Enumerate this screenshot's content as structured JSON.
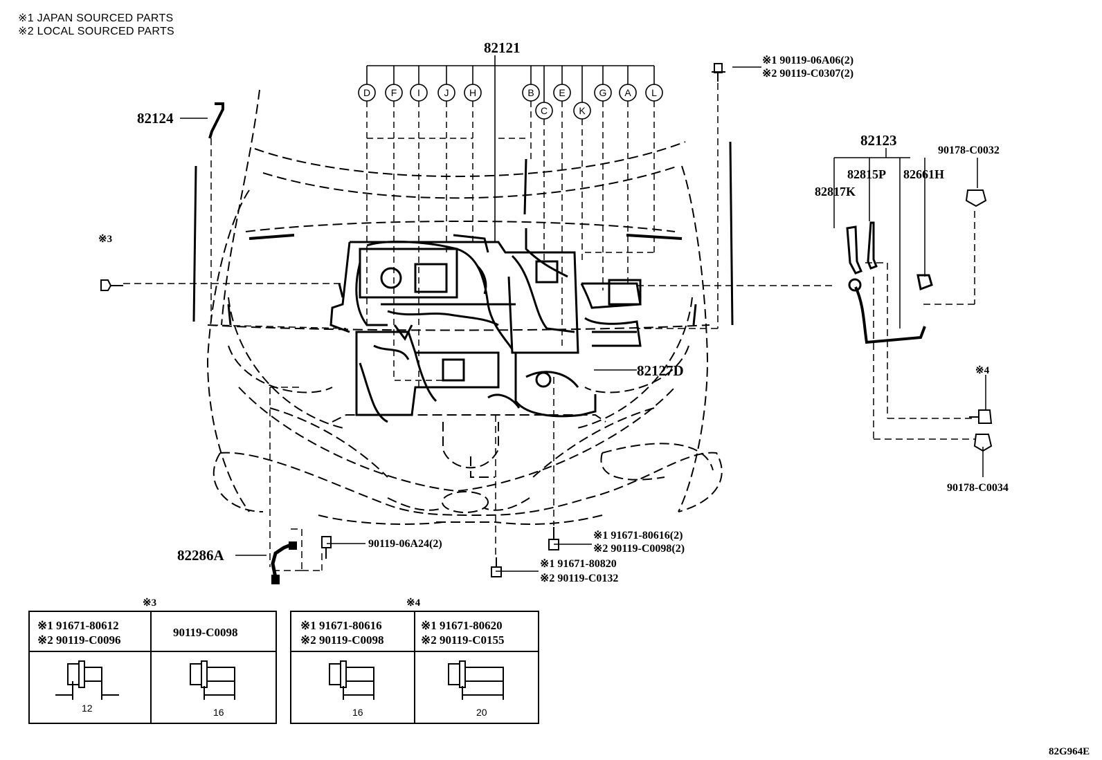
{
  "notes": {
    "n1": "※1 JAPAN SOURCED PARTS",
    "n2": "※2 LOCAL SOURCED PARTS"
  },
  "parts": {
    "p82121": "82121",
    "p82124": "82124",
    "p82123": "82123",
    "p82815P": "82815P",
    "p82661H": "82661H",
    "p82817K": "82817K",
    "p82127D": "82127D",
    "p82286A": "82286A",
    "p90178_C0032": "90178-C0032",
    "p90178_C0034": "90178-C0034",
    "b_top_1": "※1 90119-06A06(2)",
    "b_top_2": "※2 90119-C0307(2)",
    "b_left_a": "90119-06A24(2)",
    "b_mid_1": "※1 91671-80616(2)",
    "b_mid_2": "※2 90119-C0098(2)",
    "b_low_1": "※1 91671-80820",
    "b_low_2": "※2 90119-C0132",
    "ref3": "※3",
    "ref4": "※4",
    "code": "82G964E"
  },
  "connectors": [
    "D",
    "F",
    "I",
    "J",
    "H",
    "B",
    "C",
    "E",
    "K",
    "G",
    "A",
    "L"
  ],
  "table3": {
    "title": "※3",
    "col1_l1": "※1 91671-80612",
    "col1_l2": "※2 90119-C0096",
    "col2": "90119-C0098",
    "dim1": "12",
    "dim2": "16"
  },
  "table4": {
    "title": "※4",
    "col1_l1": "※1 91671-80616",
    "col1_l2": "※2 90119-C0098",
    "col2_l1": "※1 91671-80620",
    "col2_l2": "※2 90119-C0155",
    "dim1": "16",
    "dim2": "20"
  }
}
